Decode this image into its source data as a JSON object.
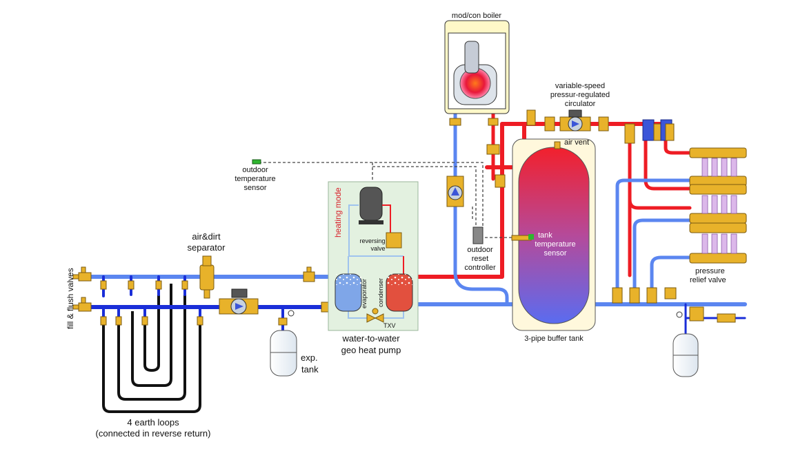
{
  "labels": {
    "boiler": "mod/con boiler",
    "circulator_1": "variable-speed",
    "circulator_2": "pressur-regulated",
    "circulator_3": "circulator",
    "air_vent": "air vent",
    "outdoor_sensor_1": "outdoor",
    "outdoor_sensor_2": "temperature",
    "outdoor_sensor_3": "sensor",
    "heating_mode": "heating mode",
    "reversing_1": "reversing",
    "reversing_2": "valve",
    "evaporator": "evaporator",
    "condenser": "condenser",
    "txv": "TXV",
    "reset_1": "outdoor",
    "reset_2": "reset",
    "reset_3": "controller",
    "tank_sensor_1": "tank",
    "tank_sensor_2": "temperature",
    "tank_sensor_3": "sensor",
    "airdirt_1": "air&dirt",
    "airdirt_2": "separator",
    "fill_flush": "fill & flush valves",
    "heatpump_1": "water-to-water",
    "heatpump_2": "geo heat pump",
    "exp_1": "exp.",
    "exp_2": "tank",
    "buffer": "3-pipe buffer tank",
    "prv_1": "pressure",
    "prv_2": "relief valve",
    "loops_1": "4 earth loops",
    "loops_2": "(connected in reverse return)"
  },
  "colors": {
    "hot_pipe": "#ee1c24",
    "warm_return": "#5b86f0",
    "cold_loop": "#1a2ed8",
    "earth_loop": "#111111",
    "brass": "#e8b22a",
    "heat_pump_box": "#e3f1e0",
    "control_wire": "#444444",
    "heating_mode_text": "#d8212a"
  }
}
